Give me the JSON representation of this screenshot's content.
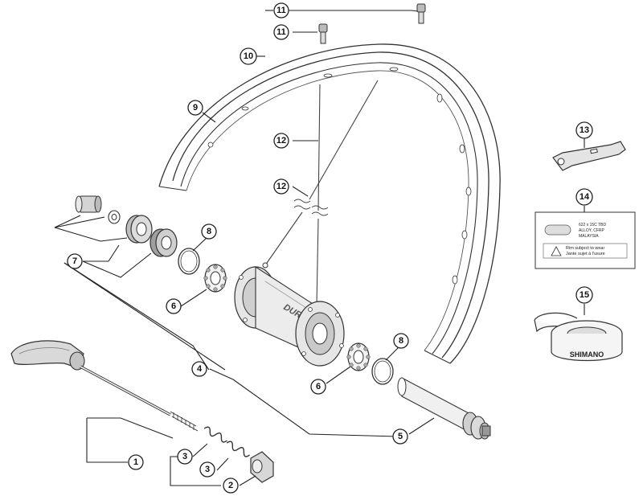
{
  "callouts": {
    "c1": "1",
    "c2": "2",
    "c3a": "3",
    "c3b": "3",
    "c4": "4",
    "c5": "5",
    "c6a": "6",
    "c6b": "6",
    "c7": "7",
    "c8a": "8",
    "c8b": "8",
    "c9": "9",
    "c10": "10",
    "c11a": "11",
    "c11b": "11",
    "c12a": "12",
    "c12b": "12",
    "c13": "13",
    "c14": "14",
    "c15": "15"
  },
  "hub_brand": "DURA-ACE",
  "rim_tape_brand": "SHIMANO",
  "sticker": {
    "spec_line1": "622 x 15C TBD",
    "spec_line2": "ALLOY, CFRP",
    "spec_line3": "MALAYSIA",
    "warn_line1": "Rim subject to wear",
    "warn_line2": "Jante sujet à l'usure"
  }
}
